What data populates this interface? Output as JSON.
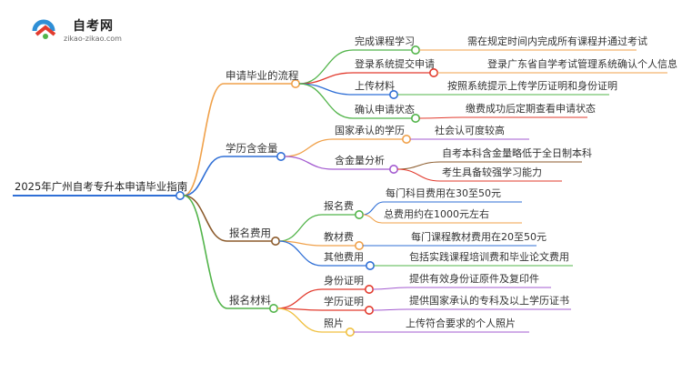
{
  "logo": {
    "brand": "自考网",
    "url": "zikao-zikao.com"
  },
  "mindmap": {
    "root": "2025年广州自考专升本申请毕业指南",
    "branches": [
      {
        "label": "申请毕业的流程",
        "color": "#f0a14a",
        "children": [
          {
            "label": "完成课程学习",
            "color": "#52b44a",
            "children": [
              {
                "label": "需在规定时间内完成所有课程并通过考试",
                "color": "#f0a14a"
              }
            ]
          },
          {
            "label": "登录系统提交申请",
            "color": "#e23b2e",
            "children": [
              {
                "label": "登录广东省自学考试管理系统确认个人信息",
                "color": "#f0a14a"
              }
            ]
          },
          {
            "label": "上传材料",
            "color": "#2f6fd6",
            "children": [
              {
                "label": "按照系统提示上传学历证明和身份证明",
                "color": "#52b44a"
              }
            ]
          },
          {
            "label": "确认申请状态",
            "color": "#52b44a",
            "children": [
              {
                "label": "缴费成功后定期查看申请状态",
                "color": "#e23b2e"
              }
            ]
          }
        ]
      },
      {
        "label": "学历含金量",
        "color": "#2f6fd6",
        "children": [
          {
            "label": "国家承认的学历",
            "color": "#f0a14a",
            "children": [
              {
                "label": "社会认可度较高",
                "color": "#a35bd0"
              }
            ]
          },
          {
            "label": "含金量分析",
            "color": "#a35bd0",
            "children": [
              {
                "label": "自考本科含金量略低于全日制本科",
                "color": "#8b5a2b"
              },
              {
                "label": "考生具备较强学习能力",
                "color": "#e23b2e"
              }
            ]
          }
        ]
      },
      {
        "label": "报名费用",
        "color": "#8b5a2b",
        "children": [
          {
            "label": "报名费",
            "color": "#52b44a",
            "children": [
              {
                "label": "每门科目费用在30至50元",
                "color": "#2f6fd6"
              },
              {
                "label": "总费用约在1000元左右",
                "color": "#f0a14a"
              }
            ]
          },
          {
            "label": "教材费",
            "color": "#f0a14a",
            "children": [
              {
                "label": "每门课程教材费用在20至50元",
                "color": "#2f6fd6"
              }
            ]
          },
          {
            "label": "其他费用",
            "color": "#2f6fd6",
            "children": [
              {
                "label": "包括实践课程培训费和毕业论文费用",
                "color": "#52b44a"
              }
            ]
          }
        ]
      },
      {
        "label": "报名材料",
        "color": "#52b44a",
        "children": [
          {
            "label": "身份证明",
            "color": "#e23b2e",
            "children": [
              {
                "label": "提供有效身份证原件及复印件",
                "color": "#a35bd0"
              }
            ]
          },
          {
            "label": "学历证明",
            "color": "#e23b2e",
            "children": [
              {
                "label": "提供国家承认的专科及以上学历证书",
                "color": "#a35bd0"
              }
            ]
          },
          {
            "label": "照片",
            "color": "#f0c040",
            "children": [
              {
                "label": "上传符合要求的个人照片",
                "color": "#a35bd0"
              }
            ]
          }
        ]
      }
    ]
  }
}
